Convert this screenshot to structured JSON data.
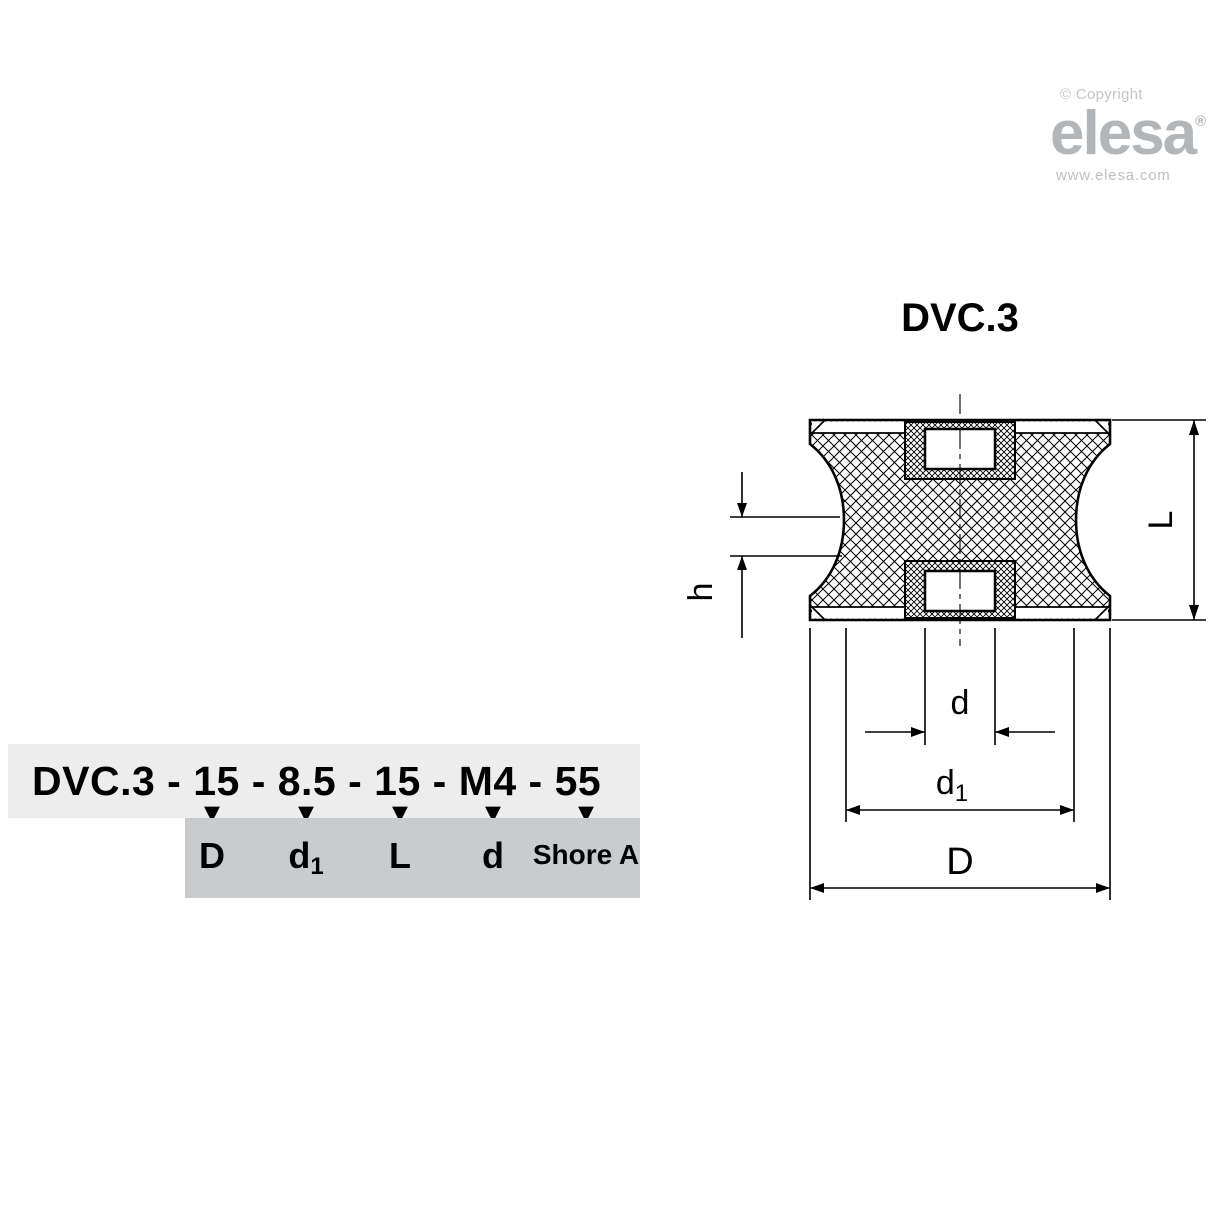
{
  "branding": {
    "copyright": "© Copyright",
    "logo": "elesa",
    "registered": "®",
    "website": "www.elesa.com"
  },
  "drawing": {
    "title": "DVC.3",
    "type": "vibration-damper cross-section",
    "dim_labels": {
      "L": "L",
      "h": "h",
      "d": "d",
      "d1_main": "d",
      "d1_sub": "1",
      "D": "D"
    }
  },
  "ordering": {
    "code": "DVC.3 - 15 - 8.5 - 15 - M4 - 55",
    "pointer": "▼",
    "labels": [
      {
        "main": "D"
      },
      {
        "main": "d",
        "sub": "1"
      },
      {
        "main": "L"
      },
      {
        "main": "d"
      },
      {
        "main": "Shore A"
      }
    ]
  },
  "colors": {
    "code_box_background": "#ededee",
    "label_box_background": "#c9ccce",
    "logo_gray": "#b3b6b8",
    "line_color": "#000000"
  }
}
